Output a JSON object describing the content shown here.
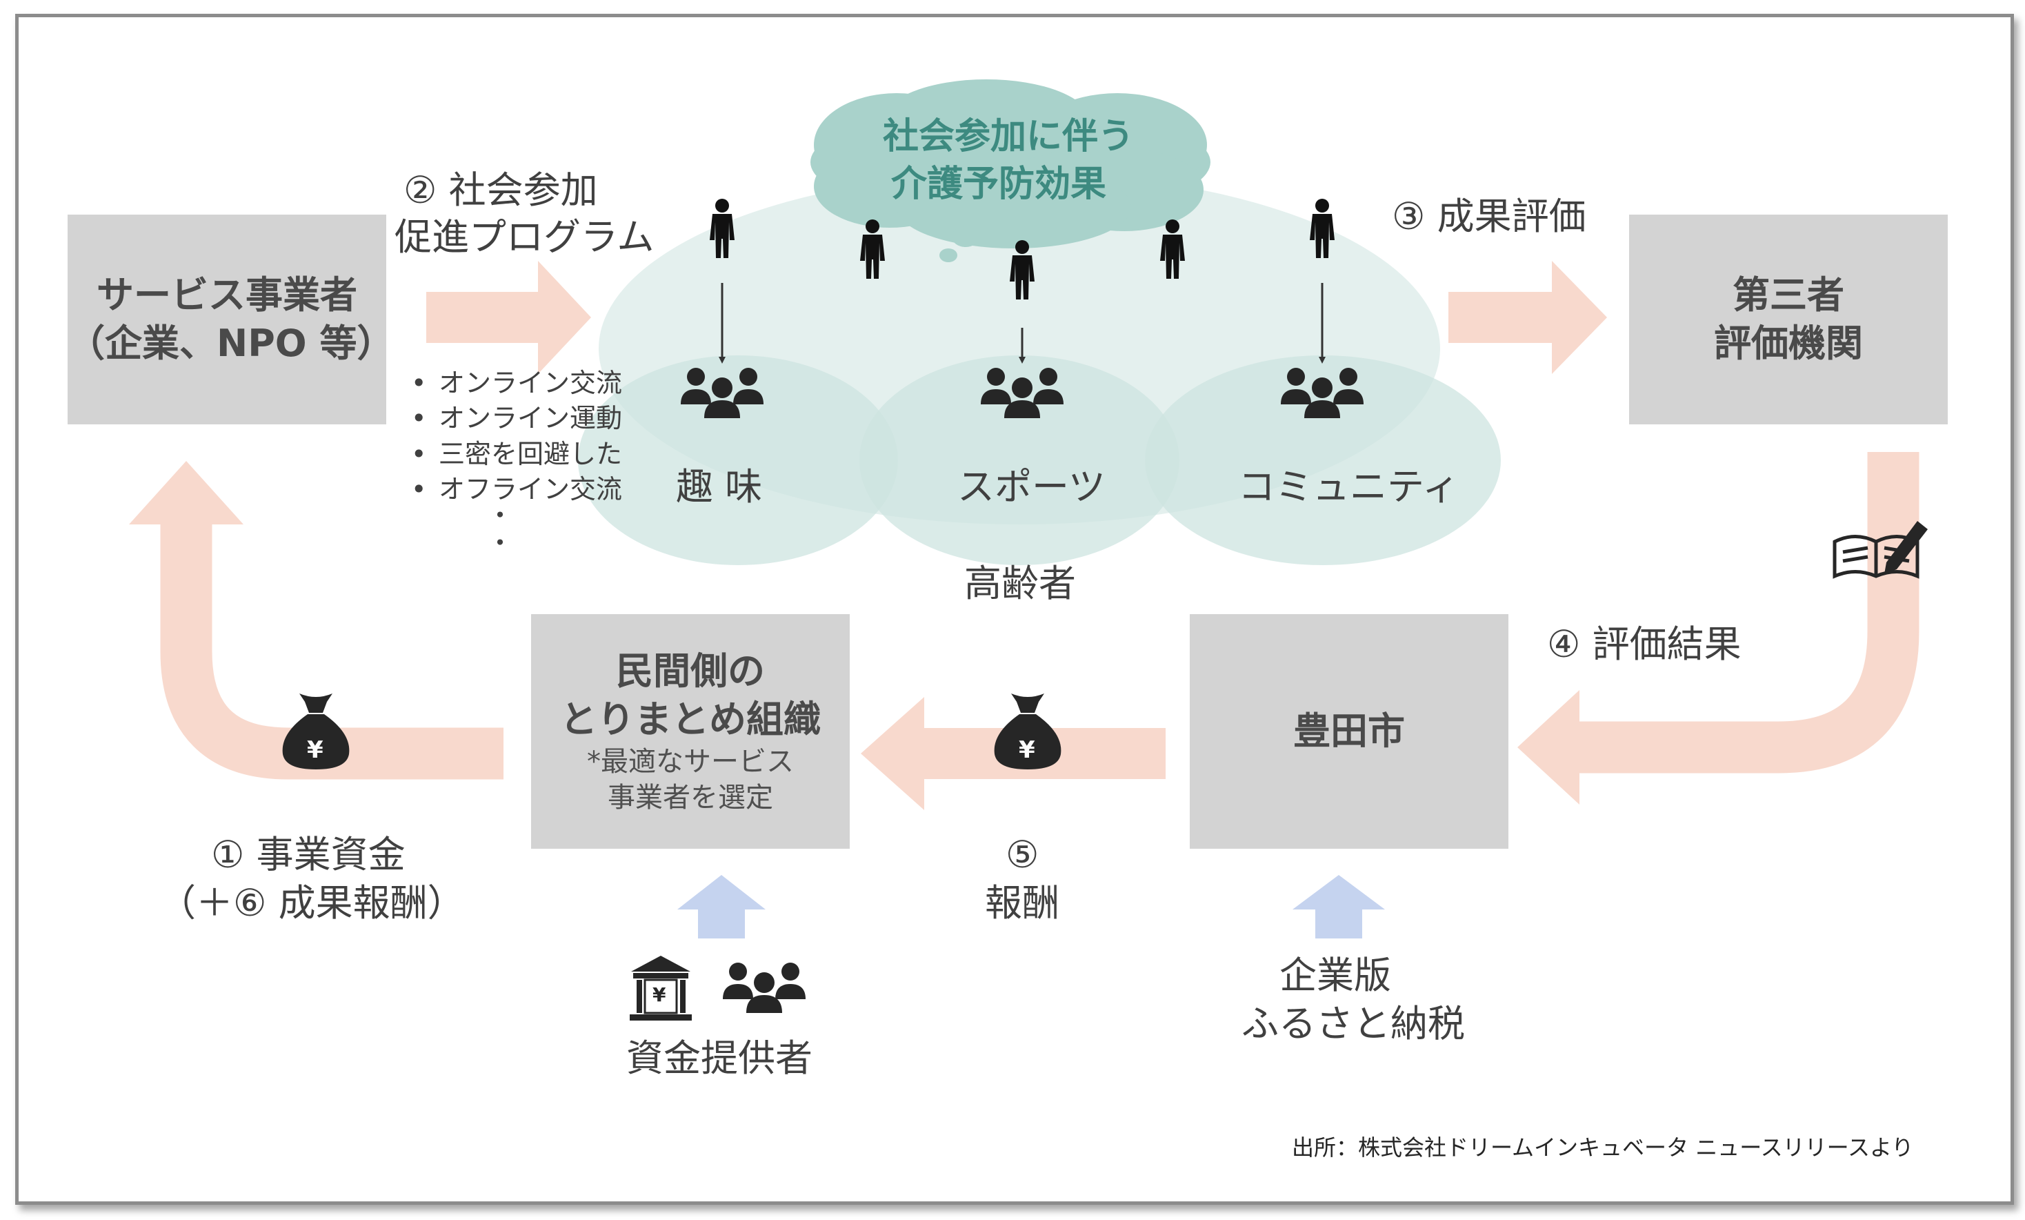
{
  "provider_box": {
    "line1": "サービス事業者",
    "line2": "（企業、NPO 等）"
  },
  "third_party_box": {
    "line1": "第三者",
    "line2": "評価機関"
  },
  "intermediary_box": {
    "line1": "民間側の",
    "line2": "とりまとめ組織",
    "note1": "*最適なサービス",
    "note2": "事業者を選定"
  },
  "city_box": {
    "label": "豊田市"
  },
  "program": {
    "line1": "② 社会参加",
    "line2": "促進プログラム",
    "items": [
      "オンライン交流",
      "オンライン運動",
      "三密を回避した",
      "オフライン交流"
    ],
    "dots": [
      "・",
      "・"
    ]
  },
  "cloud": {
    "line1": "社会参加に伴う",
    "line2": "介護予防効果"
  },
  "circles": {
    "hobby": "趣 味",
    "sports": "スポーツ",
    "community": "コミュニティ",
    "elderly": "高齢者"
  },
  "evaluation": "③ 成果評価",
  "eval_result": "④ 評価結果",
  "funding": {
    "line1": "① 事業資金",
    "line2": "（＋⑥ 成果報酬）"
  },
  "reward": {
    "line1": "⑤",
    "line2": "報酬"
  },
  "funders": {
    "label": "資金提供者",
    "bank_symbol": "¥"
  },
  "furusato": {
    "line1": "企業版",
    "line2": "ふるさと納税"
  },
  "money_symbol": "¥",
  "source": "出所：株式会社ドリームインキュベータ ニュースリリースより",
  "colors": {
    "arrow_pink": "#f8d9cd",
    "arrow_blue": "#c5d3ef",
    "circle_fill": "#cde4e0",
    "cloud_fill": "#a9d2cb",
    "cloud_text": "#3d8a80",
    "box_gray": "#d3d3d3",
    "icon_dark": "#262626"
  }
}
